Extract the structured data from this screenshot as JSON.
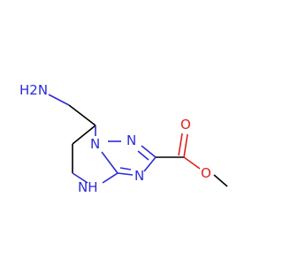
{
  "colors": {
    "carbon": "#000000",
    "nitrogen": "#2b2bd9",
    "oxygen": "#e0201c",
    "background": "#ffffff"
  },
  "labels": {
    "amine_h2n": "H2N",
    "ring_n_bridge": "N",
    "ring_n_right": "N",
    "ring_n_bottom": "N",
    "ring_nh": "NH",
    "carbonyl_o": "O",
    "ester_o": "O"
  }
}
